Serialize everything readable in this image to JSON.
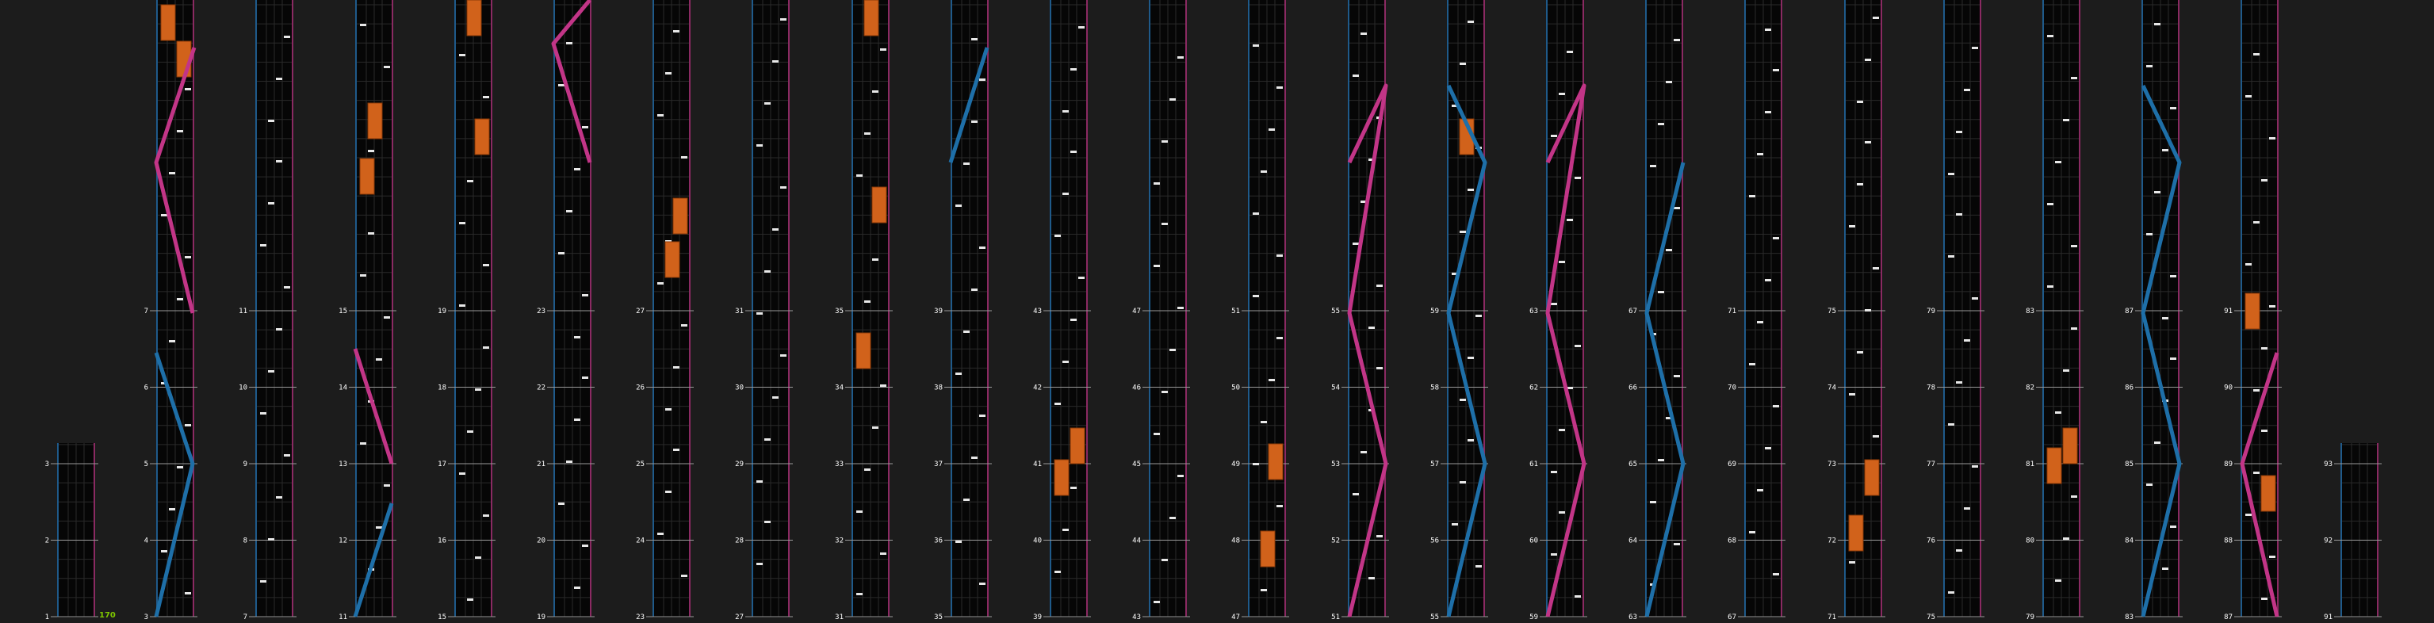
{
  "chart_type": "rhythm-game-chart",
  "combo_display": {
    "text": "170",
    "color": "#7fc800"
  },
  "colors": {
    "background": "#1c1c1c",
    "lane": "#060606",
    "grid": "#2a2a2a",
    "left_border": "#1f5a8a",
    "right_border": "#8a2a62",
    "bar_line": "#9a9a9a",
    "laser_blue": "#1e6fa8",
    "laser_pink": "#c23587",
    "fx_hold": "#d1621b",
    "chip": "#e8e8e8",
    "fx_chip": "#f0b000"
  },
  "columns": [
    {
      "measures": [
        1,
        2,
        3
      ]
    },
    {
      "measures": [
        3,
        4,
        5,
        6,
        7
      ]
    },
    {
      "measures": [
        7,
        8,
        9,
        10,
        11
      ]
    },
    {
      "measures": [
        11,
        12,
        13,
        14,
        15
      ]
    },
    {
      "measures": [
        15,
        16,
        17,
        18,
        19
      ]
    },
    {
      "measures": [
        19,
        20,
        21,
        22,
        23
      ]
    },
    {
      "measures": [
        23,
        24,
        25,
        26,
        27
      ]
    },
    {
      "measures": [
        27,
        28,
        29,
        30,
        31
      ]
    },
    {
      "measures": [
        31,
        32,
        33,
        34,
        35
      ]
    },
    {
      "measures": [
        35,
        36,
        37,
        38,
        39
      ]
    },
    {
      "measures": [
        39,
        40,
        41,
        42,
        43
      ]
    },
    {
      "measures": [
        43,
        44,
        45,
        46,
        47
      ]
    },
    {
      "measures": [
        47,
        48,
        49,
        50,
        51
      ]
    },
    {
      "measures": [
        51,
        52,
        53,
        54,
        55
      ]
    },
    {
      "measures": [
        55,
        56,
        57,
        58,
        59
      ]
    },
    {
      "measures": [
        59,
        60,
        61,
        62,
        63
      ]
    },
    {
      "measures": [
        63,
        64,
        65,
        66,
        67
      ]
    },
    {
      "measures": [
        67,
        68,
        69,
        70,
        71
      ]
    },
    {
      "measures": [
        71,
        72,
        73,
        74,
        75
      ]
    },
    {
      "measures": [
        75,
        76,
        77,
        78,
        79
      ]
    },
    {
      "measures": [
        79,
        80,
        81,
        82,
        83
      ]
    },
    {
      "measures": [
        83,
        84,
        85,
        86,
        87
      ]
    },
    {
      "measures": [
        87,
        88,
        89,
        90,
        91
      ]
    },
    {
      "measures": [
        91,
        92,
        93
      ]
    }
  ]
}
